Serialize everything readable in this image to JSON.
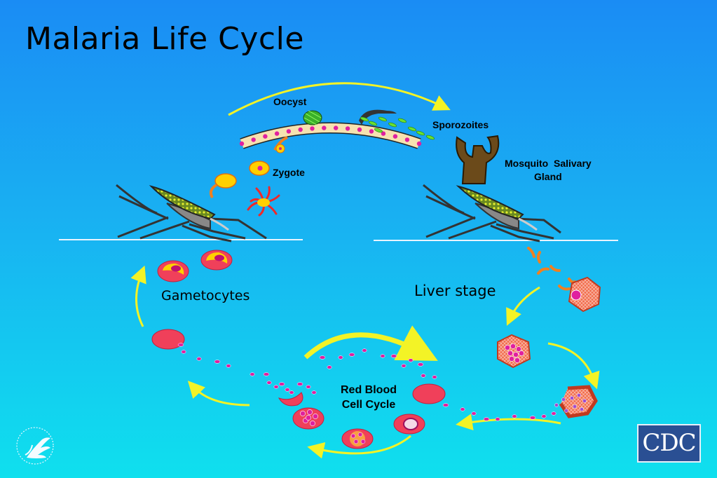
{
  "title": "Malaria Life Cycle",
  "labels": {
    "oocyst": "Oocyst",
    "sporozoites": "Sporozoites",
    "zygote": "Zygote",
    "salivary_line1": "Mosquito  Salivary",
    "salivary_line2": "Gland",
    "gametocytes": "Gametocytes",
    "liver_stage": "Liver stage",
    "rbc_line1": "Red Blood",
    "rbc_line2": "Cell Cycle"
  },
  "logos": {
    "cdc": "CDC"
  },
  "colors": {
    "arrow": "#f3f326",
    "rbc": "#f0405a",
    "merozoite": "#e0209f",
    "parasite": "#ffd000",
    "gland": "#6b4a1a"
  }
}
